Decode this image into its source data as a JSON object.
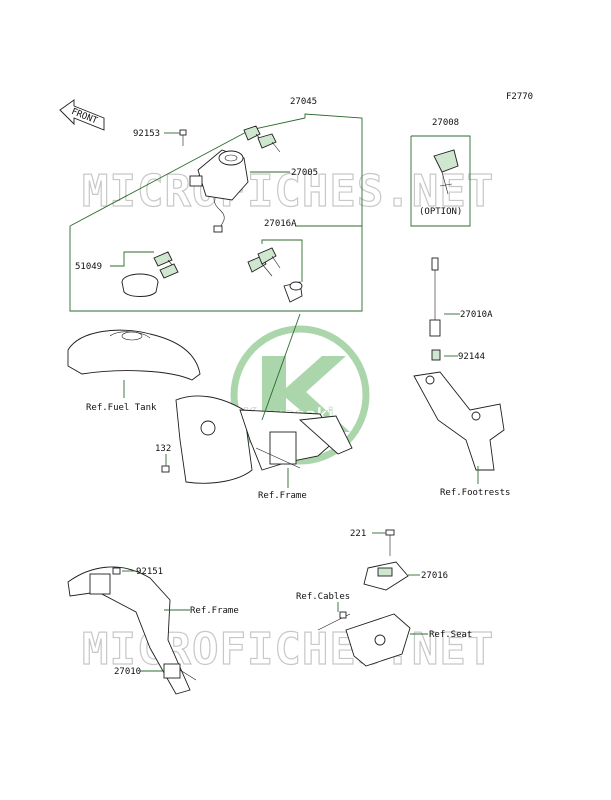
{
  "figure_code": "F2770",
  "front_arrow": "FRONT",
  "watermark_text": "MICROFICHES.NET",
  "logo_text": "Kawasaki",
  "parts": {
    "p27045": "27045",
    "p92153": "92153",
    "p27005": "27005",
    "p27016A": "27016A",
    "p51049": "51049",
    "p27008": "27008",
    "option": "(OPTION)",
    "p27010A": "27010A",
    "p92144": "92144",
    "p132": "132",
    "p221": "221",
    "p27016": "27016",
    "p92151": "92151",
    "p27010": "27010"
  },
  "refs": {
    "fuel_tank": "Ref.Fuel Tank",
    "frame_top": "Ref.Frame",
    "footrests": "Ref.Footrests",
    "frame_bottom": "Ref.Frame",
    "cables": "Ref.Cables",
    "seat": "Ref.Seat"
  },
  "colors": {
    "leader": "#2e6b2e",
    "logo": "#8fc98f",
    "watermark": "#c8c8c8"
  }
}
